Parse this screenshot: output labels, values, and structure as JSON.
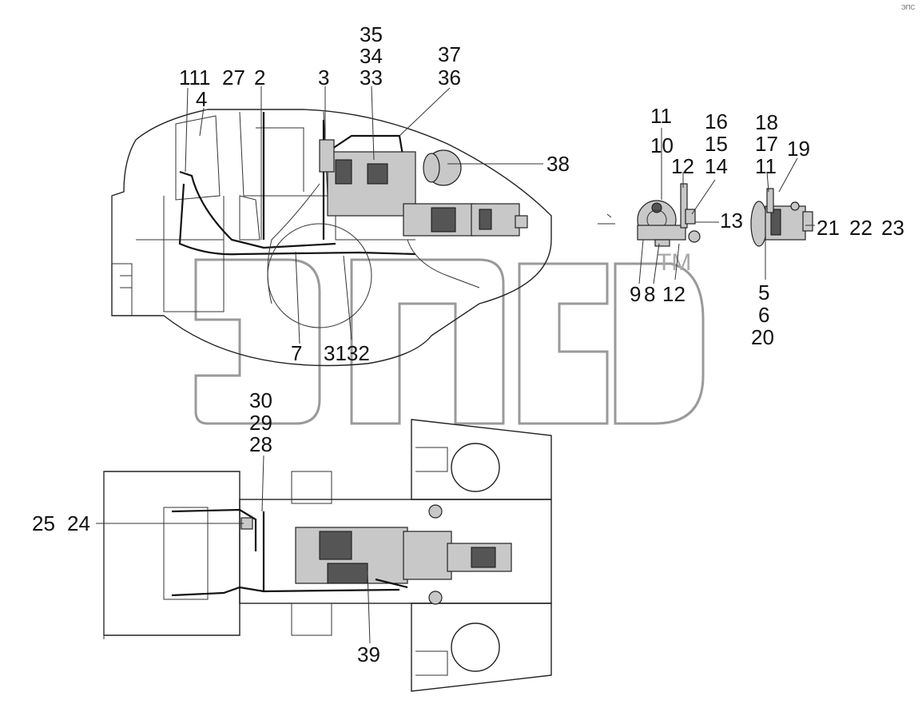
{
  "watermark": {
    "text": "ЭПС",
    "tm": "TM"
  },
  "corner_note": "ЭПС",
  "callouts": {
    "c111": "111",
    "c27": "27",
    "c2": "2",
    "c4": "4",
    "c3": "3",
    "c35": "35",
    "c34": "34",
    "c33": "33",
    "c37": "37",
    "c36": "36",
    "c38": "38",
    "c7": "7",
    "c3132": "3132",
    "c11a": "11",
    "c10": "10",
    "c12a": "12",
    "c16": "16",
    "c15": "15",
    "c14": "14",
    "c13": "13",
    "c9": "9",
    "c8": "8",
    "c12b": "12",
    "c18": "18",
    "c17": "17",
    "c11b": "11",
    "c19": "19",
    "c21": "21",
    "c22": "22",
    "c23": "23",
    "c5": "5",
    "c6": "6",
    "c20": "20",
    "c30": "30",
    "c29": "29",
    "c28": "28",
    "c25": "25",
    "c24": "24",
    "c39": "39"
  }
}
